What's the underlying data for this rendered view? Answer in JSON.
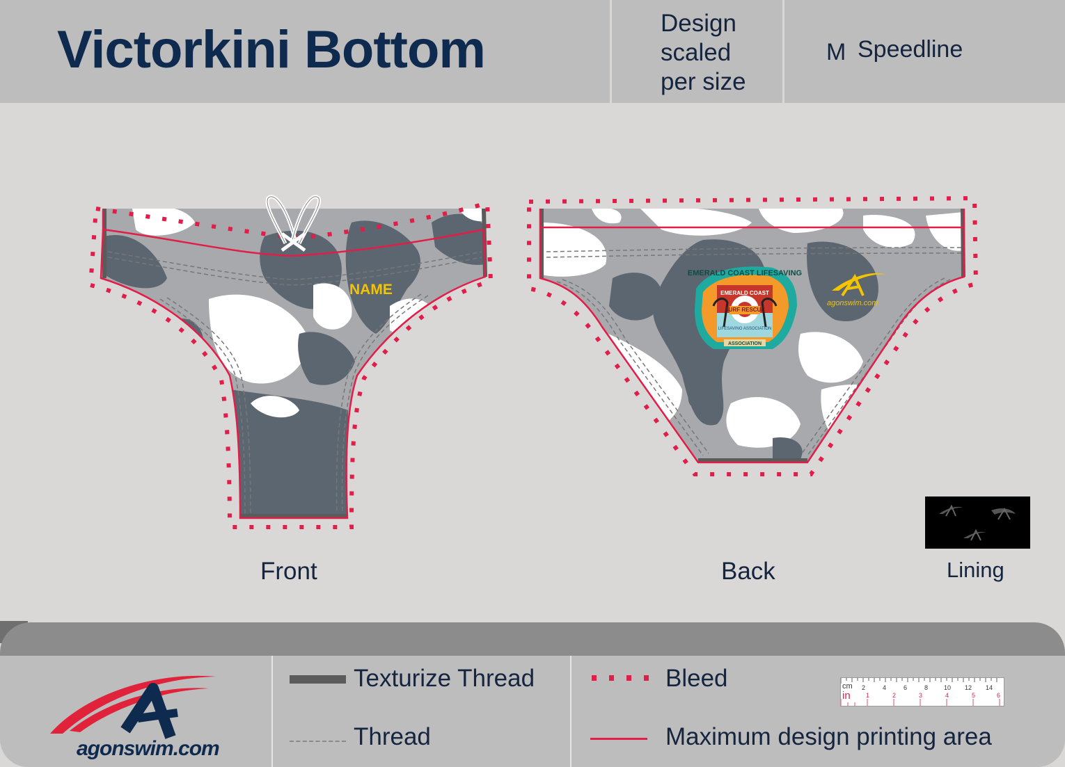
{
  "header": {
    "title": "Victorkini Bottom",
    "scale_note_lines": [
      "Design",
      "scaled",
      "per size"
    ],
    "size_code": "M",
    "product_line": "Speedline"
  },
  "garments": {
    "front_label": "Front",
    "back_label": "Back",
    "lining_label": "Lining",
    "front_name_text": "NAME",
    "crest_top_text": "EMERALD COAST LIFESAVING",
    "crest_inner_text": "EMERALD COAST",
    "crest_banner_text": "SURF RESCUE",
    "crest_bottom_text": "ASSOCIATION",
    "crest_small_text": "LIFESAVING ASSOCIATION",
    "back_logo_text": "agonswim.com"
  },
  "legend": {
    "texturize_thread": "Texturize Thread",
    "thread": "Thread",
    "bleed": "Bleed",
    "max_area": "Maximum design printing area"
  },
  "brand": {
    "logo_text": "agonswim.com"
  },
  "ruler": {
    "cm_label": "cm",
    "in_label": "in",
    "cm_ticks": [
      "2",
      "4",
      "6",
      "8",
      "10",
      "12",
      "14"
    ],
    "in_ticks": [
      "1",
      "2",
      "3",
      "4",
      "5",
      "6"
    ]
  },
  "colors": {
    "navy": "#0f2a4f",
    "bleed_red": "#e11d48",
    "camo_dark": "#5c6670",
    "camo_mid": "#a7a9ac",
    "camo_light": "#ffffff",
    "name_yellow": "#f5c400"
  }
}
